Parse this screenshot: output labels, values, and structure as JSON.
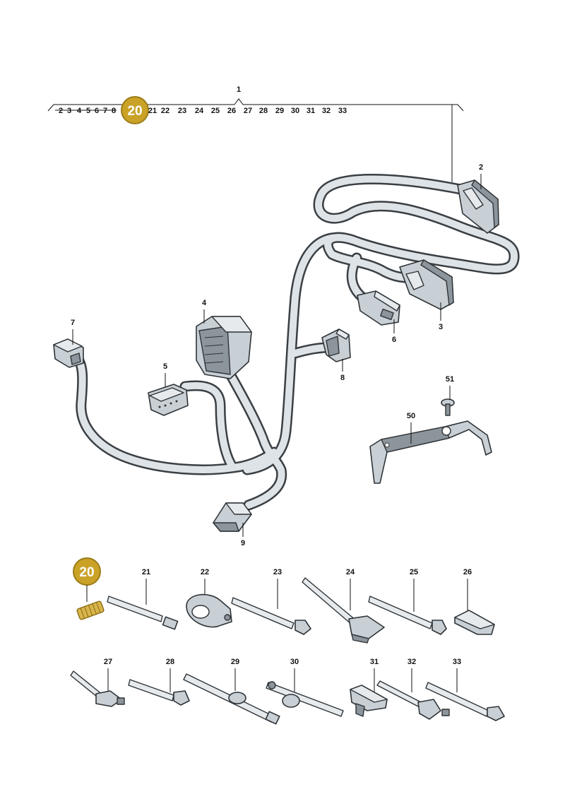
{
  "colors": {
    "badge_fill": "#c9a227",
    "badge_stroke": "#9c7d18",
    "line": "#111111"
  },
  "top_row": {
    "group_label": "1",
    "left_items": [
      "2",
      "3",
      "4",
      "5",
      "6",
      "7",
      "8"
    ],
    "badge": "20",
    "right_items": [
      "21",
      "22",
      "23",
      "24",
      "25",
      "26",
      "27",
      "28",
      "29",
      "30",
      "31",
      "32",
      "33"
    ]
  },
  "callouts": {
    "c2": "2",
    "c3": "3",
    "c4": "4",
    "c5": "5",
    "c6": "6",
    "c7": "7",
    "c8": "8",
    "c9": "9",
    "c50": "50",
    "c51": "51"
  },
  "small_parts": {
    "badge": "20",
    "row1": [
      "21",
      "22",
      "23",
      "24",
      "25",
      "26"
    ],
    "row2": [
      "27",
      "28",
      "29",
      "30",
      "31",
      "32",
      "33"
    ]
  }
}
